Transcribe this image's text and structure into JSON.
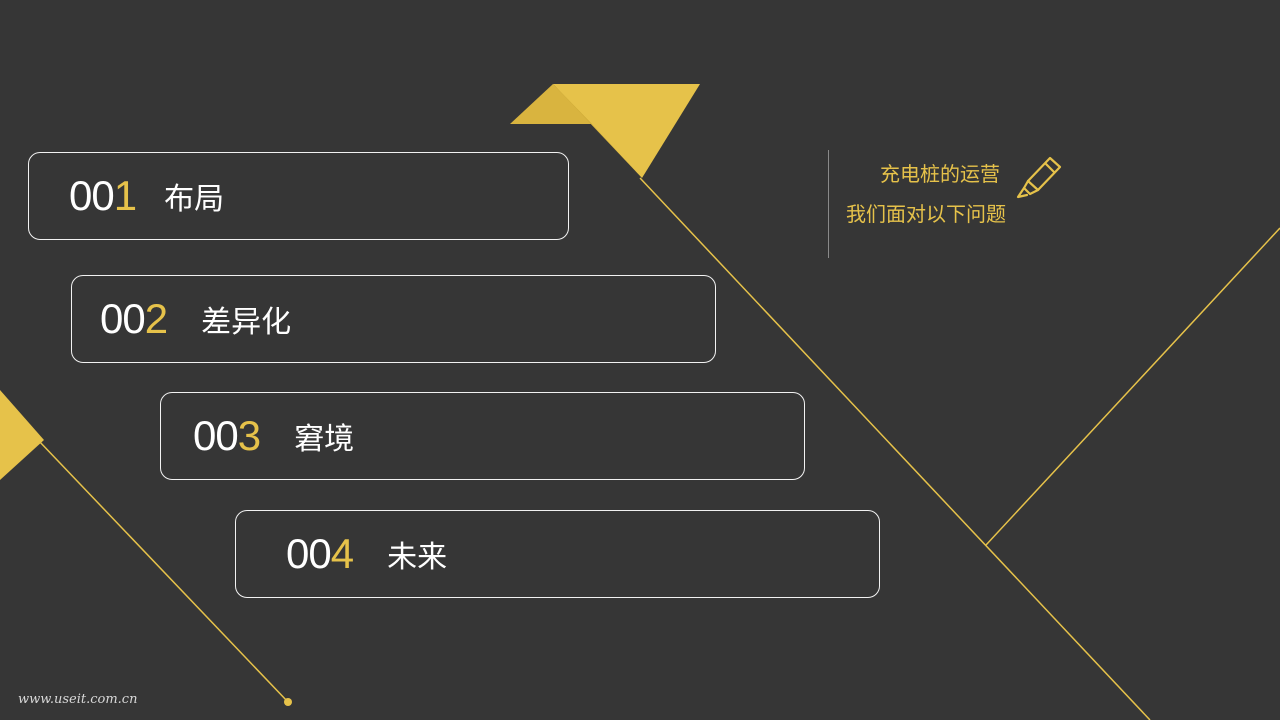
{
  "items": [
    {
      "num_prefix": "00",
      "num_last": "1",
      "label": "布局"
    },
    {
      "num_prefix": "00",
      "num_last": "2",
      "label": "差异化"
    },
    {
      "num_prefix": "00",
      "num_last": "3",
      "label": "窘境"
    },
    {
      "num_prefix": "00",
      "num_last": "4",
      "label": "未来"
    }
  ],
  "note": {
    "line1": "充电桩的运营",
    "line2": "我们面对以下问题"
  },
  "footer": "www.useit.com.cn",
  "colors": {
    "background": "#363636",
    "accent": "#e6c24a",
    "border": "#f2f2f2"
  },
  "icons": {
    "note_icon": "highlighter-pen-icon"
  }
}
